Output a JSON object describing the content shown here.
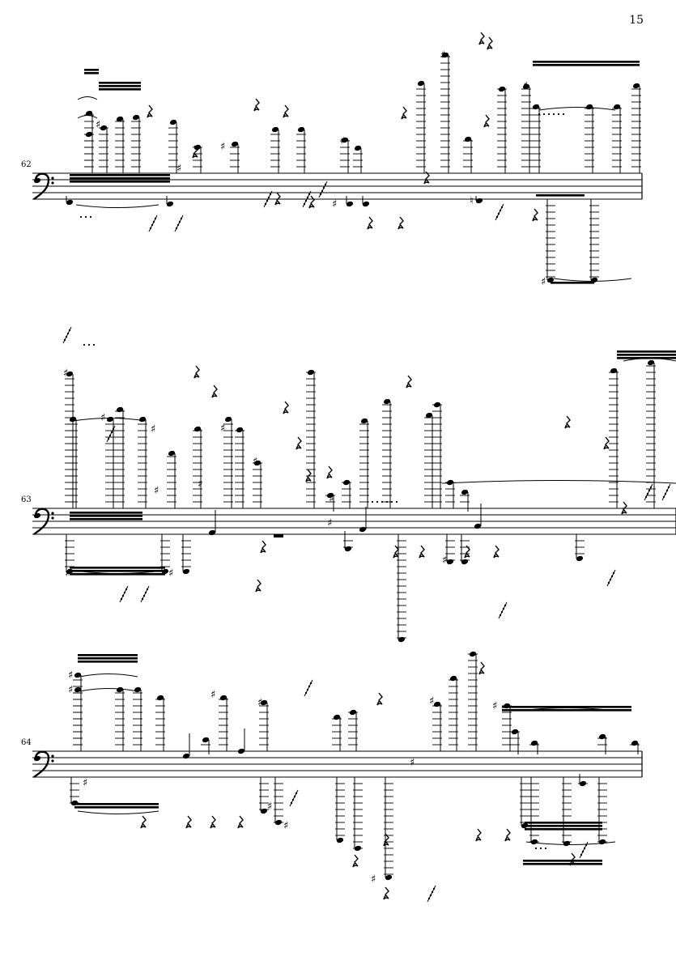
{
  "page": {
    "page_number": "15"
  },
  "colors": {
    "ink": "#000000",
    "paper": "#ffffff"
  },
  "systems": [
    {
      "measure_number": "62",
      "clef": "bass-clef"
    },
    {
      "measure_number": "63",
      "clef": "bass-clef"
    },
    {
      "measure_number": "64",
      "clef": "bass-clef"
    }
  ],
  "glyphs": {
    "sharp": "♯",
    "natural": "♮",
    "rest": "𝄽"
  }
}
